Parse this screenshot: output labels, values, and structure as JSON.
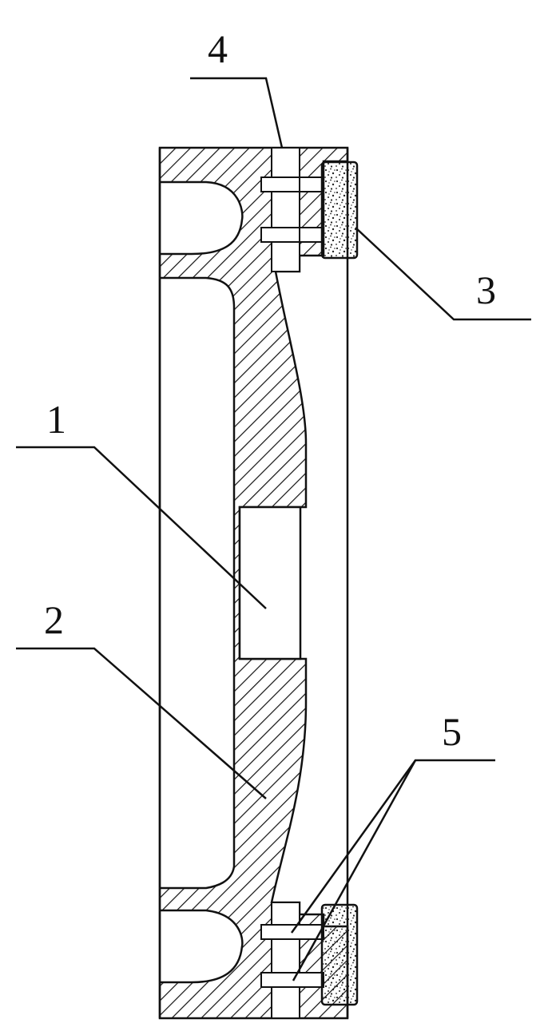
{
  "figure": {
    "callouts": [
      {
        "id": "1",
        "label": "1"
      },
      {
        "id": "2",
        "label": "2"
      },
      {
        "id": "3",
        "label": "3"
      },
      {
        "id": "4",
        "label": "4"
      },
      {
        "id": "5",
        "label": "5"
      }
    ],
    "colors": {
      "line": "#111111",
      "background": "#ffffff",
      "stipple": "#222222"
    }
  }
}
